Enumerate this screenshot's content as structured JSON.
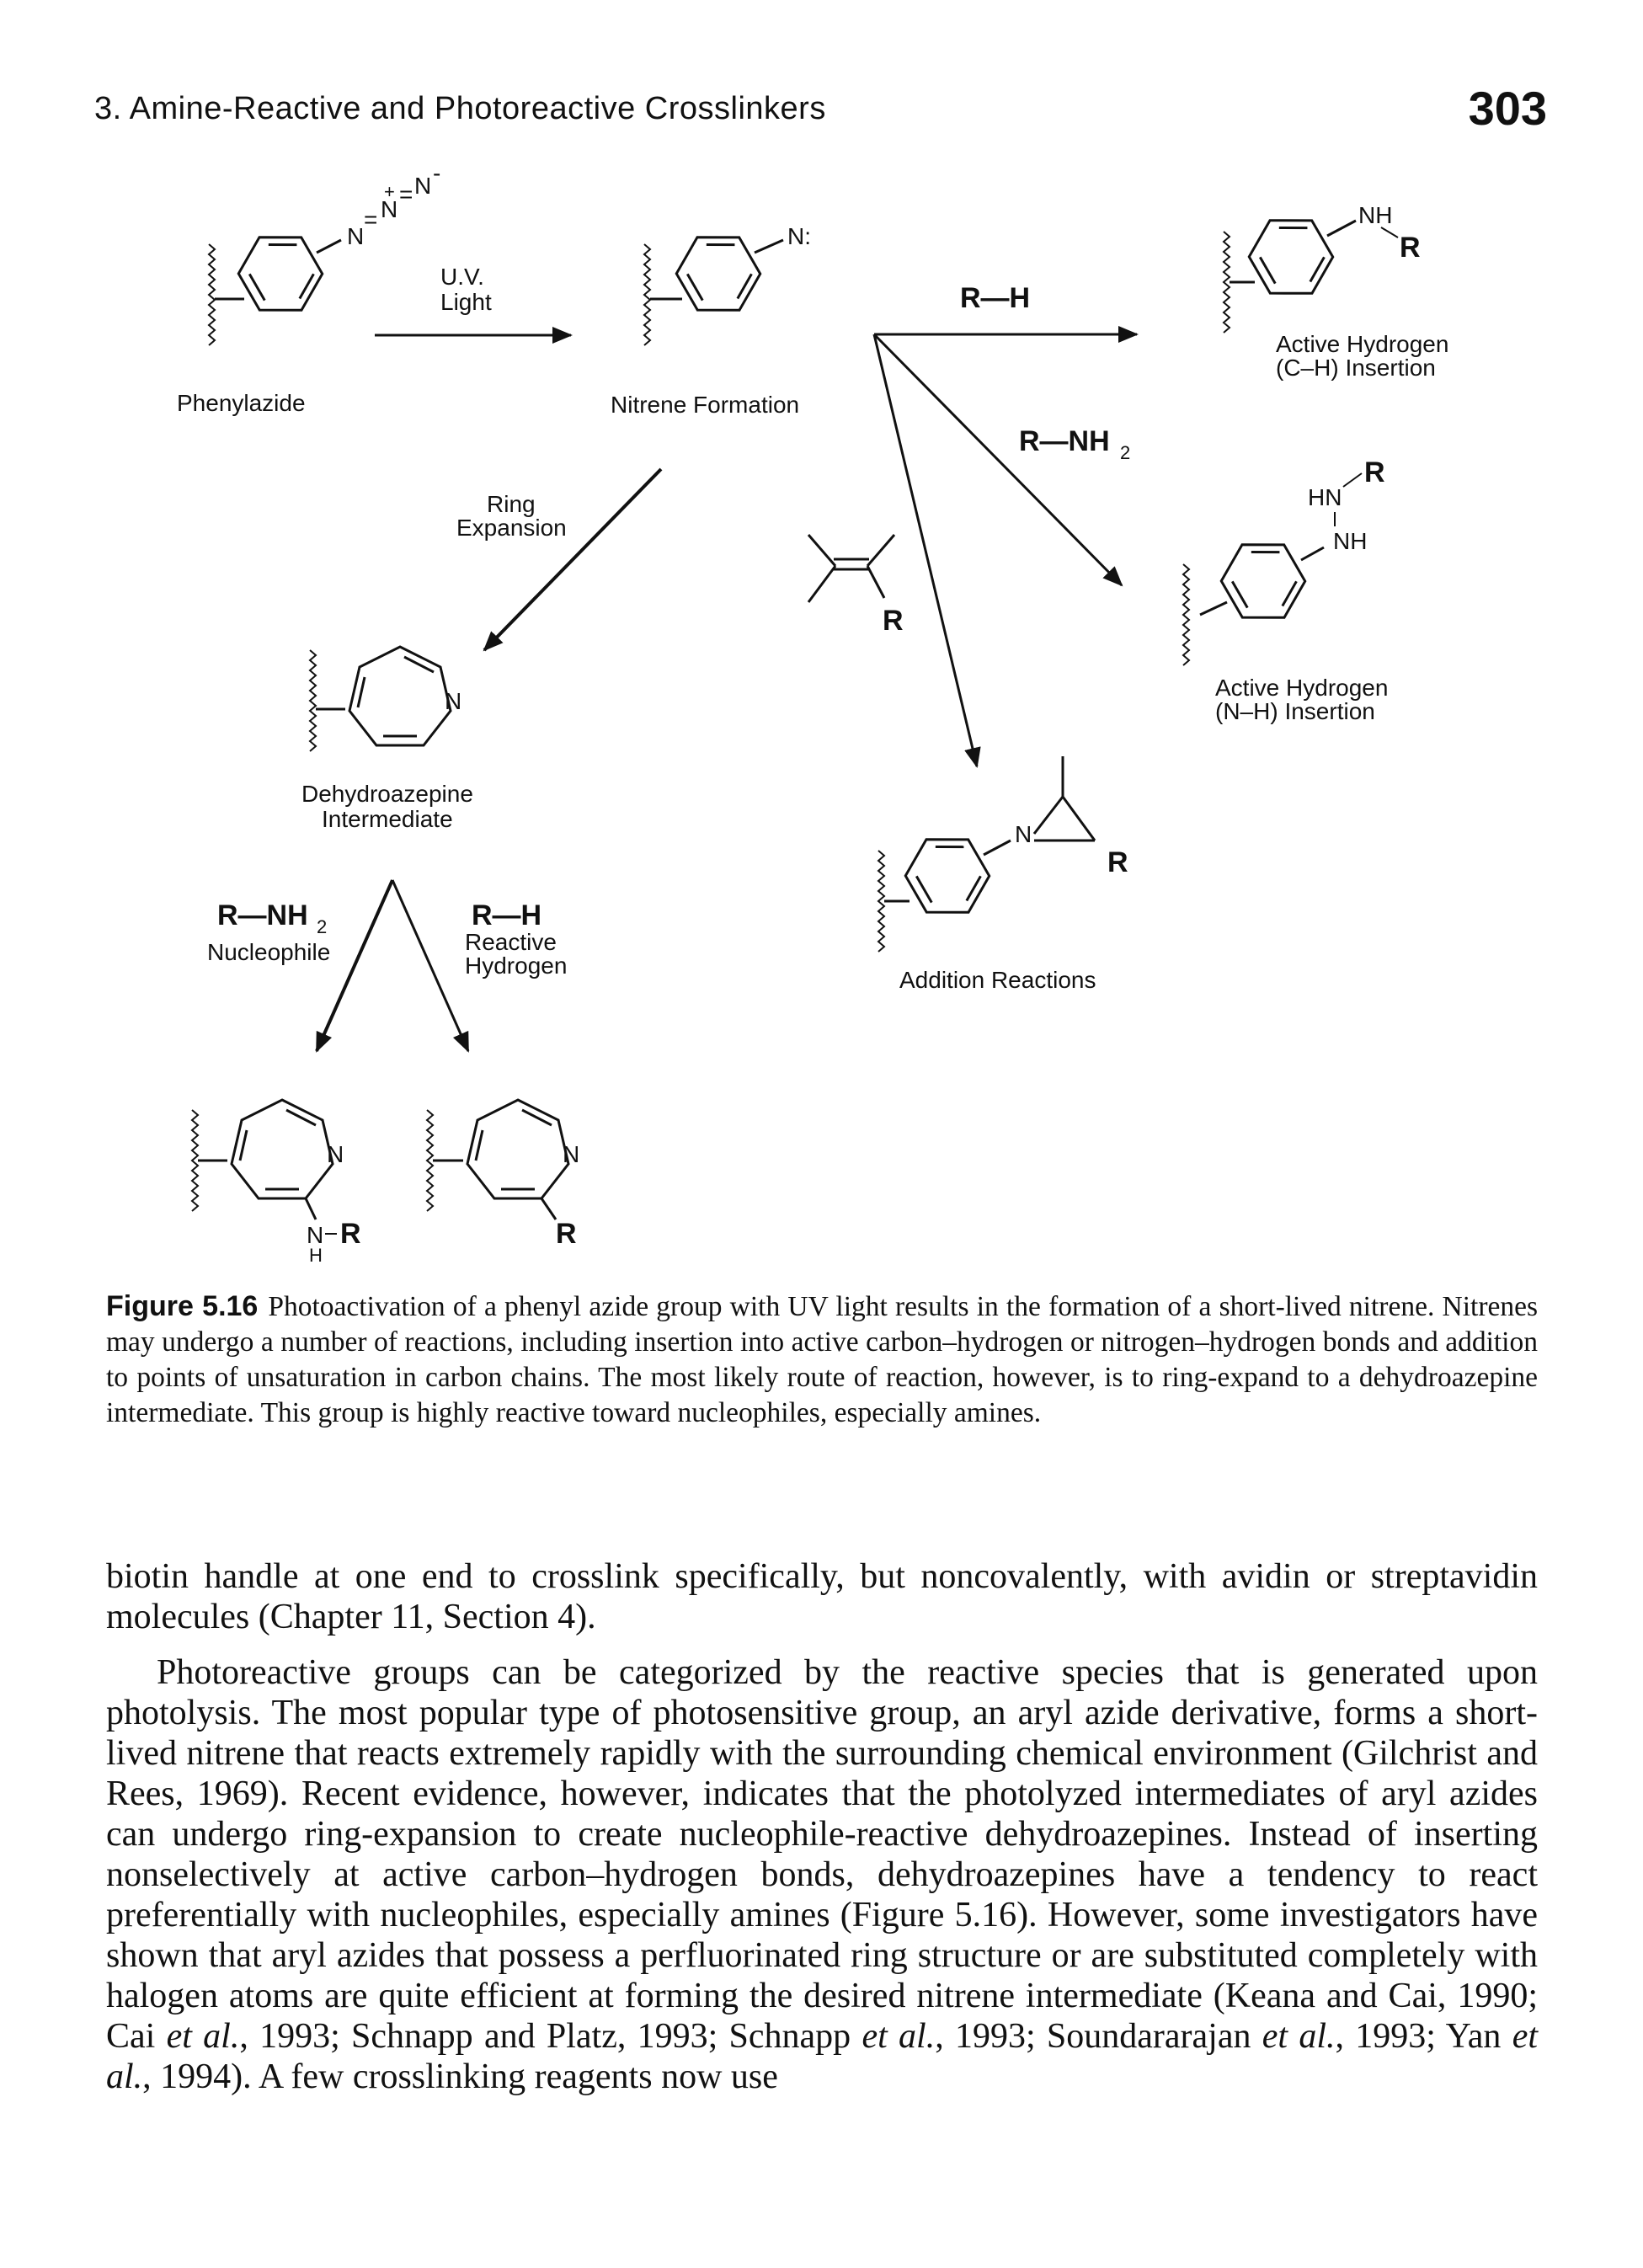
{
  "header": {
    "running_head": "3. Amine-Reactive and Photoreactive Crosslinkers",
    "page_number": "303"
  },
  "figure": {
    "labels": {
      "phenylazide": "Phenylazide",
      "uv": "U.V.",
      "light": "Light",
      "nitrene_formation": "Nitrene Formation",
      "ring": "Ring",
      "expansion": "Expansion",
      "dehydro_1": "Dehydroazepine",
      "dehydro_2": "Intermediate",
      "nucleophile": "Nucleophile",
      "reactive": "Reactive",
      "hydrogen": "Hydrogen",
      "ch_1": "Active Hydrogen",
      "ch_2": "(C–H) Insertion",
      "nh_1": "Active Hydrogen",
      "nh_2": "(N–H) Insertion",
      "addition": "Addition Reactions"
    },
    "atoms": {
      "rh_top": "R—H",
      "rnh2_top": "R—NH",
      "two": "2",
      "rnh2_left": "R—NH",
      "rh_left": "R—H",
      "r": "R",
      "n": "N",
      "n_colon": "N:",
      "nh": "NH",
      "hn": "HN",
      "h": "H",
      "azide_n1": "N",
      "azide_eq1": "=",
      "azide_n2": "N",
      "azide_plus": "+",
      "azide_eq2": "=",
      "azide_n3": "N",
      "azide_minus": "-"
    }
  },
  "caption": {
    "label": "Figure 5.16",
    "text": "Photoactivation of a phenyl azide group with UV light results in the formation of a short-lived nitrene. Nitrenes may undergo a number of reactions, including insertion into active carbon–hydrogen or nitrogen–hydrogen bonds and addition to points of unsaturation in carbon chains. The most likely route of reaction, however, is to ring-expand to a dehydroazepine intermediate. This group is highly reactive toward nucleophiles, especially amines."
  },
  "body": {
    "p1": "biotin handle at one end to crosslink specifically, but noncovalently, with avidin or streptavidin molecules (Chapter 11, Section 4).",
    "p2_a": "Photoreactive groups can be categorized by the reactive species that is generated upon photolysis. The most popular type of photosensitive group, an aryl azide derivative, forms a short-lived nitrene that reacts extremely rapidly with the surrounding chemical environment (Gilchrist and Rees, 1969). Recent evidence, however, indicates that the photolyzed intermediates of aryl azides can undergo ring-expansion to create nucleophile-reactive dehydroazepines. Instead of inserting nonselectively at active carbon–hydrogen bonds, dehydroazepines have a tendency to react preferentially with nucleophiles, especially amines (Figure 5.16). However, some investigators have shown that aryl azides that possess a perfluorinated ring structure or are substituted completely with halogen atoms are quite efficient at forming the desired nitrene intermediate (Keana and Cai, 1990; Cai ",
    "et_al": "et al.",
    "p2_b": ", 1993; Schnapp and Platz, 1993; Schnapp ",
    "p2_c": ", 1993; Soundararajan ",
    "p2_d": ", 1993; Yan ",
    "p2_e": ", 1994). A few crosslinking reagents now use"
  }
}
